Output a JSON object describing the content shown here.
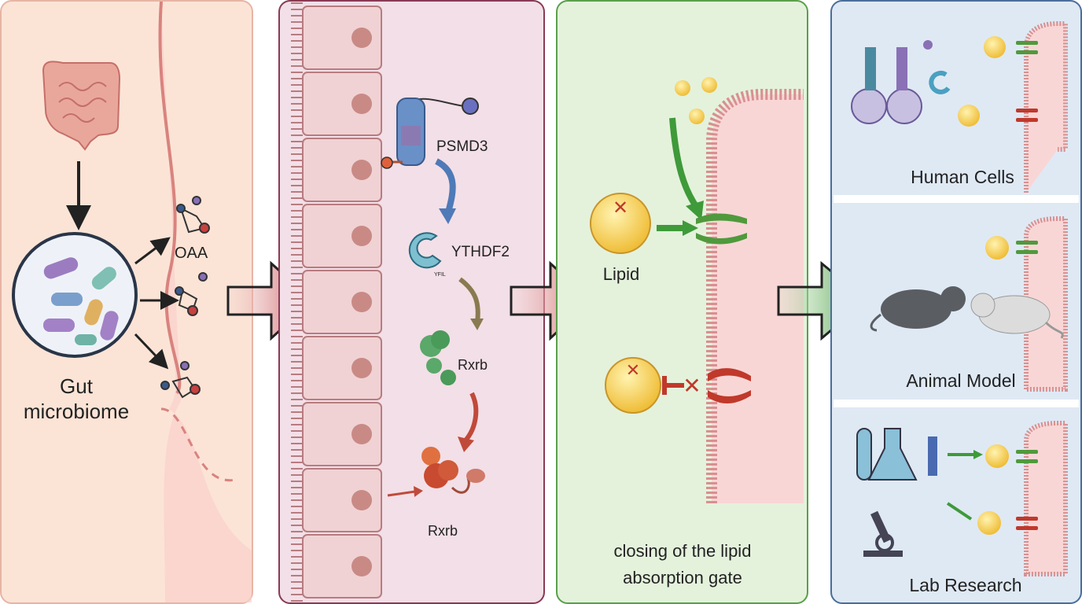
{
  "panel1": {
    "label_line1": "Gut",
    "label_line2": "microbiome",
    "metabolite": "OAA"
  },
  "panel2": {
    "psmd3": "PSMD3",
    "ythdf2": "YTHDF2",
    "motif": "YFIL",
    "rxrb_1": "Rxrb",
    "rxrb_2": "Rxrb"
  },
  "panel3": {
    "lipid": "Lipid",
    "caption_line1": "closing of the lipid",
    "caption_line2": "absorption gate"
  },
  "panel4": {
    "human_cells": "Human Cells",
    "animal_model": "Animal Model",
    "lab_research": "Lab Research"
  },
  "colors": {
    "panel1_border": "#e8b4a4",
    "panel2_border": "#8a3a55",
    "panel3_border": "#5aa04a",
    "panel4_border": "#4a6e9a",
    "lipid": "#f5c842",
    "gate_open": "#4f9a3c",
    "gate_closed": "#c0392b"
  }
}
